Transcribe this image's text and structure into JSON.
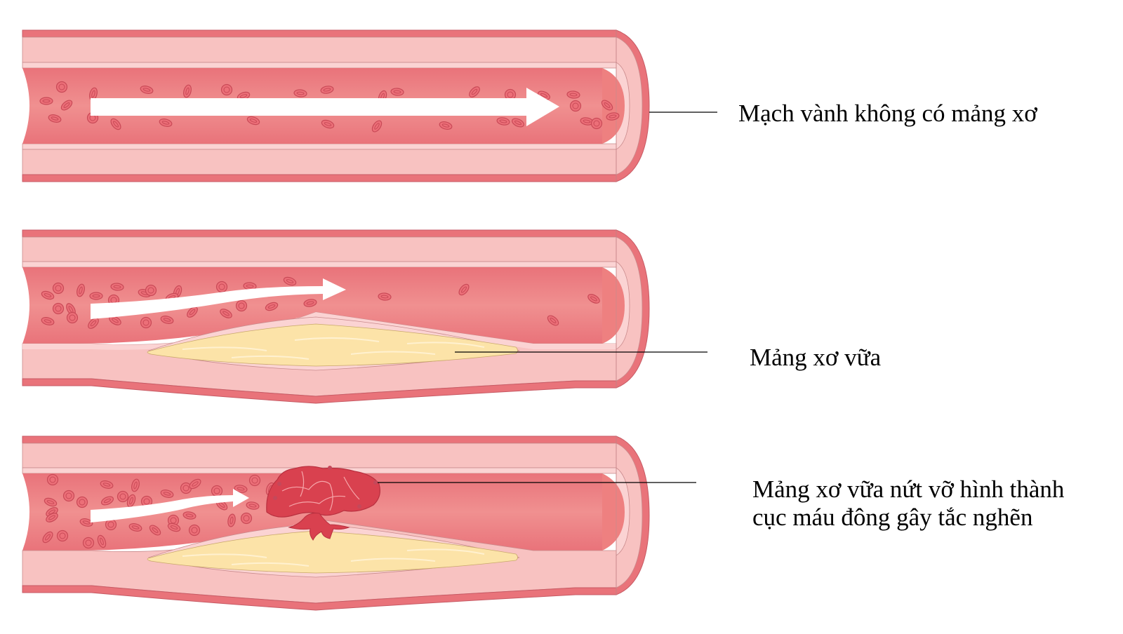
{
  "diagram": {
    "title": "Coronary artery: normal vs atherosclerotic plaque vs ruptured plaque with thrombus",
    "colors": {
      "outer_wall": "#E9737A",
      "media": "#F8C2C1",
      "intima": "#FBD3D3",
      "lumen_top": "#E9737A",
      "lumen_mid": "#F08C8C",
      "plaque": "#FCE3A8",
      "clot": "#D9414F",
      "rbc": "#E8616C",
      "arrow": "#FFFFFF",
      "leader_line": "#000000"
    },
    "panels": [
      {
        "id": "normal",
        "label": "Mạch vành không có mảng xơ",
        "flow": "full"
      },
      {
        "id": "plaque",
        "label": "Mảng xơ vữa",
        "flow": "narrowed"
      },
      {
        "id": "ruptured",
        "label_lines": [
          "Mảng xơ vữa nứt vỡ hình thành",
          "cục máu đông gây tắc nghẽn"
        ],
        "flow": "blocked"
      }
    ]
  }
}
